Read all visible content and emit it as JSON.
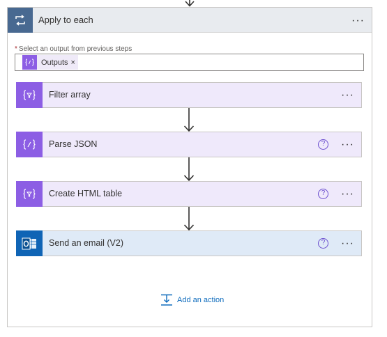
{
  "loop": {
    "title": "Apply to each",
    "more_label": "···"
  },
  "output_field": {
    "required_mark": "*",
    "label": "Select an output from previous steps",
    "token_label": "Outputs",
    "token_remove": "×"
  },
  "actions": [
    {
      "title": "Filter array",
      "icon": "filter-array-icon",
      "has_help": false
    },
    {
      "title": "Parse JSON",
      "icon": "parse-json-icon",
      "has_help": true
    },
    {
      "title": "Create HTML table",
      "icon": "create-html-table-icon",
      "has_help": true
    },
    {
      "title": "Send an email (V2)",
      "icon": "outlook-icon",
      "has_help": true
    }
  ],
  "help_glyph": "?",
  "add_action_label": "Add an action",
  "colors": {
    "loop_header": "#486991",
    "data_operation": "#8c5ee4",
    "outlook": "#0f64b5",
    "link": "#0f6cbd"
  }
}
